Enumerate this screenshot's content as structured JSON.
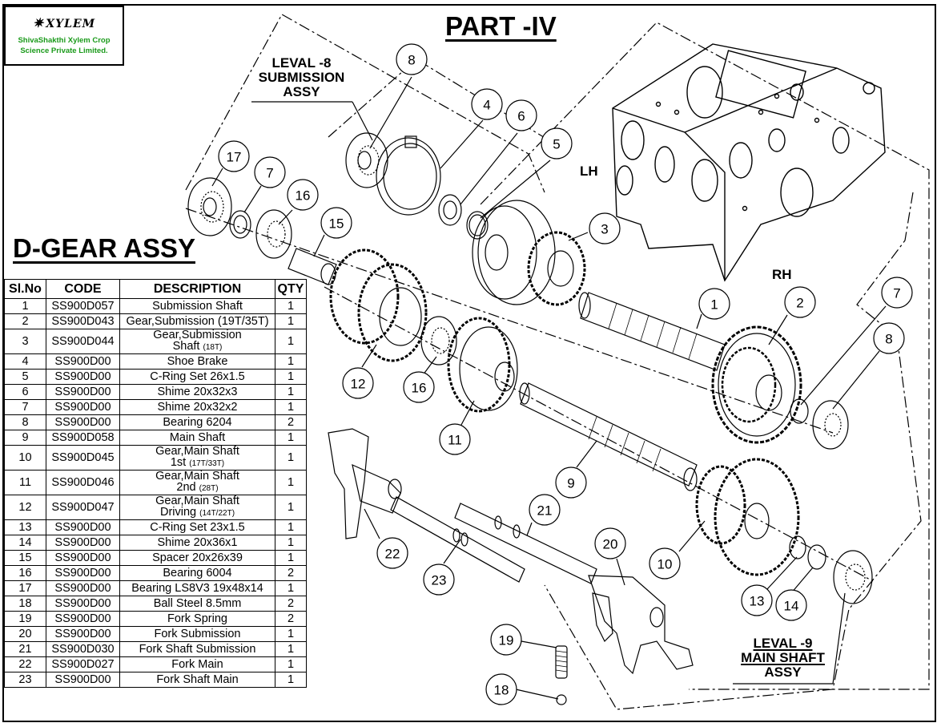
{
  "logo": {
    "brand": "XYLEM",
    "company_line1": "ShivaShakthi Xylem Crop",
    "company_line2": "Science Private Limited."
  },
  "part_title": "PART -IV",
  "assy_title": "D-GEAR ASSY",
  "leval8": {
    "line1": "LEVAL -8",
    "line2": "SUBMISSION",
    "line3": "ASSY"
  },
  "leval9": {
    "line1": "LEVAL -9",
    "line2": "MAIN SHAFT",
    "line3": "ASSY"
  },
  "side_labels": {
    "lh": "LH",
    "rh": "RH"
  },
  "bom": {
    "headers": {
      "slno": "Sl.No",
      "code": "CODE",
      "description": "DESCRIPTION",
      "qty": "QTY"
    },
    "rows": [
      {
        "slno": "1",
        "code": "SS900D057",
        "d1": "Submission Shaft",
        "d2": "",
        "d3": "",
        "qty": "1"
      },
      {
        "slno": "2",
        "code": "SS900D043",
        "d1": "Gear,Submission ",
        "d2": "(19T/35T)",
        "d3": "",
        "qty": "1"
      },
      {
        "slno": "3",
        "code": "SS900D044",
        "d1": "Gear,Submission",
        "d2": "Shaft ",
        "d3": "(18T)",
        "qty": "1"
      },
      {
        "slno": "4",
        "code": "SS900D00",
        "d1": "Shoe Brake",
        "d2": "",
        "d3": "",
        "qty": "1"
      },
      {
        "slno": "5",
        "code": "SS900D00",
        "d1": "C-Ring Set 26x1.5",
        "d2": "",
        "d3": "",
        "qty": "1"
      },
      {
        "slno": "6",
        "code": "SS900D00",
        "d1": "Shime 20x32x3",
        "d2": "",
        "d3": "",
        "qty": "1"
      },
      {
        "slno": "7",
        "code": "SS900D00",
        "d1": "Shime 20x32x2",
        "d2": "",
        "d3": "",
        "qty": "1"
      },
      {
        "slno": "8",
        "code": "SS900D00",
        "d1": "Bearing 6204",
        "d2": "",
        "d3": "",
        "qty": "2"
      },
      {
        "slno": "9",
        "code": "SS900D058",
        "d1": "Main Shaft",
        "d2": "",
        "d3": "",
        "qty": "1"
      },
      {
        "slno": "10",
        "code": "SS900D045",
        "d1": "Gear,Main Shaft",
        "d2": "1st ",
        "d3": "(17T/33T)",
        "qty": "1"
      },
      {
        "slno": "11",
        "code": "SS900D046",
        "d1": "Gear,Main Shaft",
        "d2": "2nd ",
        "d3": "(28T)",
        "qty": "1"
      },
      {
        "slno": "12",
        "code": "SS900D047",
        "d1": "Gear,Main Shaft",
        "d2": "Driving ",
        "d3": "(14T/22T)",
        "qty": "1"
      },
      {
        "slno": "13",
        "code": "SS900D00",
        "d1": "C-Ring Set 23x1.5",
        "d2": "",
        "d3": "",
        "qty": "1"
      },
      {
        "slno": "14",
        "code": "SS900D00",
        "d1": "Shime 20x36x1",
        "d2": "",
        "d3": "",
        "qty": "1"
      },
      {
        "slno": "15",
        "code": "SS900D00",
        "d1": "Spacer 20x26x39",
        "d2": "",
        "d3": "",
        "qty": "1"
      },
      {
        "slno": "16",
        "code": "SS900D00",
        "d1": "Bearing 6004",
        "d2": "",
        "d3": "",
        "qty": "2"
      },
      {
        "slno": "17",
        "code": "SS900D00",
        "d1": "Bearing LS8V3 19x48x14",
        "d2": "",
        "d3": "",
        "qty": "1"
      },
      {
        "slno": "18",
        "code": "SS900D00",
        "d1": "Ball Steel 8.5mm",
        "d2": "",
        "d3": "",
        "qty": "2"
      },
      {
        "slno": "19",
        "code": "SS900D00",
        "d1": "Fork Spring",
        "d2": "",
        "d3": "",
        "qty": "2"
      },
      {
        "slno": "20",
        "code": "SS900D00",
        "d1": "Fork Submission",
        "d2": "",
        "d3": "",
        "qty": "1"
      },
      {
        "slno": "21",
        "code": "SS900D030",
        "d1": "Fork Shaft Submission",
        "d2": "",
        "d3": "",
        "qty": "1"
      },
      {
        "slno": "22",
        "code": "SS900D027",
        "d1": "Fork Main",
        "d2": "",
        "d3": "",
        "qty": "1"
      },
      {
        "slno": "23",
        "code": "SS900D00",
        "d1": "Fork Shaft Main",
        "d2": "",
        "d3": "",
        "qty": "1"
      }
    ]
  },
  "balloons": [
    {
      "num": "8"
    },
    {
      "num": "4"
    },
    {
      "num": "6"
    },
    {
      "num": "5"
    },
    {
      "num": "17"
    },
    {
      "num": "7"
    },
    {
      "num": "16"
    },
    {
      "num": "15"
    },
    {
      "num": "3"
    },
    {
      "num": "1"
    },
    {
      "num": "2"
    },
    {
      "num": "7"
    },
    {
      "num": "8"
    },
    {
      "num": "12"
    },
    {
      "num": "16"
    },
    {
      "num": "11"
    },
    {
      "num": "9"
    },
    {
      "num": "21"
    },
    {
      "num": "20"
    },
    {
      "num": "22"
    },
    {
      "num": "23"
    },
    {
      "num": "10"
    },
    {
      "num": "13"
    },
    {
      "num": "14"
    },
    {
      "num": "19"
    },
    {
      "num": "18"
    }
  ]
}
